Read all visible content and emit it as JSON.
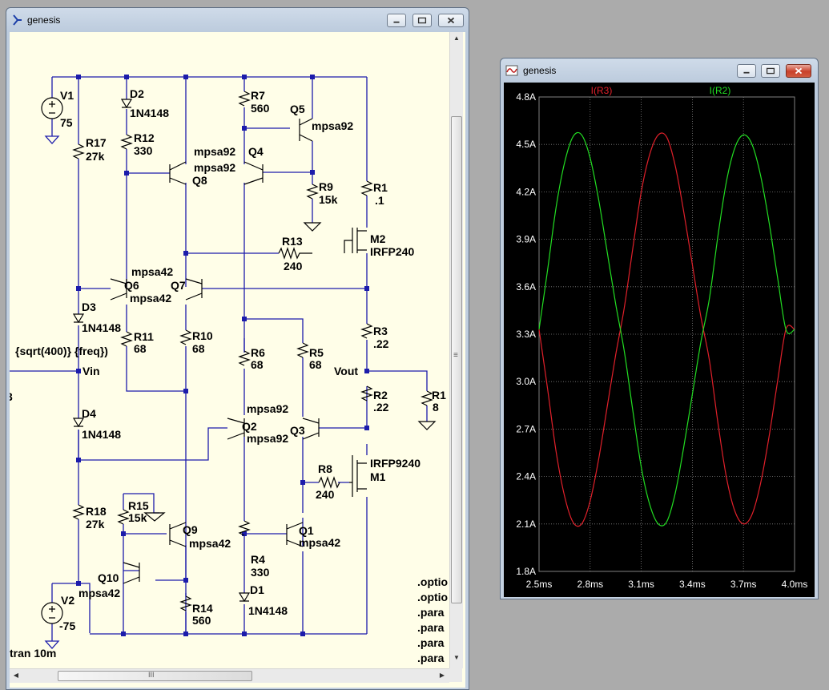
{
  "schematic_window": {
    "title": "genesis",
    "icon": "ltspice-schematic-icon",
    "labels": {
      "v1": "V1",
      "v1_val": "75",
      "v2": "V2",
      "v2_val": "-75",
      "d2": "D2",
      "d2_val": "1N4148",
      "d3": "D3",
      "d3_val": "1N4148",
      "d4": "D4",
      "d4_val": "1N4148",
      "d1": "D1",
      "d1_val": "1N4148",
      "r17": "R17",
      "r17_val": "27k",
      "r12": "R12",
      "r12_val": "330",
      "r7": "R7",
      "r7_val": "560",
      "q5": "Q5",
      "q5_model": "mpsa92",
      "q4_model": "mpsa92",
      "q4": "Q4",
      "q8_model": "mpsa92",
      "q8": "Q8",
      "r9": "R9",
      "r9_val": "15k",
      "r1": "R1",
      "r1_val": ".1",
      "m2": "M2",
      "m2_model": "IRFP240",
      "r13": "R13",
      "r13_val": "240",
      "q6": "Q6",
      "q6_model": "mpsa42",
      "q7": "Q7",
      "q7_model": "mpsa42",
      "r11": "R11",
      "r11_val": "68",
      "r10": "R10",
      "r10_val": "68",
      "r6": "R6",
      "r6_val": "68",
      "r5": "R5",
      "r5_val": "68",
      "r3": "R3",
      "r3_val": ".22",
      "source_expr": "{sqrt(400)} {freq})",
      "vin": "Vin",
      "vout": "Vout",
      "r2": "R2",
      "r2_val": ".22",
      "r1b": "R1",
      "r1b_val": "8",
      "q2_model_a": "mpsa92",
      "q2": "Q2",
      "q2_model_b": "mpsa92",
      "q3": "Q3",
      "m1_model": "IRFP9240",
      "m1": "M1",
      "r8": "R8",
      "r8_val": "240",
      "r18": "R18",
      "r18_val": "27k",
      "r15": "R15",
      "r15_val": "15k",
      "q9": "Q9",
      "q9_model": "mpsa42",
      "q1": "Q1",
      "q1_model": "mpsa42",
      "q10": "Q10",
      "q10_model": "mpsa42",
      "r4": "R4",
      "r4_val": "330",
      "r14": "R14",
      "r14_val": "560",
      "tran": "tran 10m",
      "dir1": ".optio",
      "dir2": ".optio",
      "dir3": ".para",
      "dir4": ".para",
      "dir5": ".para",
      "dir6": ".para",
      "edge_mark": "3"
    },
    "hscroll_grip": "III",
    "vscroll_grip": "≡"
  },
  "plot_window": {
    "title": "genesis",
    "icon": "waveform-icon",
    "colors": {
      "background": "#000000",
      "grid": "#808080",
      "r3_trace": "#e0202a",
      "r2_trace": "#22dd22"
    }
  },
  "chart_data": {
    "type": "line",
    "x": [
      2.5,
      2.55,
      2.6,
      2.65,
      2.7,
      2.75,
      2.8,
      2.85,
      2.9,
      2.95,
      3.0,
      3.05,
      3.1,
      3.15,
      3.2,
      3.25,
      3.3,
      3.35,
      3.4,
      3.45,
      3.5,
      3.55,
      3.6,
      3.65,
      3.7,
      3.75,
      3.8,
      3.85,
      3.9,
      3.95,
      4.0
    ],
    "series": [
      {
        "name": "I(R3)",
        "color": "#e0202a",
        "values": [
          3.33,
          2.955,
          2.558,
          2.275,
          2.11,
          2.1,
          2.246,
          2.51,
          2.84,
          3.17,
          3.465,
          3.84,
          4.2,
          4.438,
          4.56,
          4.545,
          4.363,
          4.07,
          3.74,
          3.41,
          3.135,
          2.74,
          2.395,
          2.18,
          2.1,
          2.159,
          2.354,
          2.65,
          3.0,
          3.333,
          3.33
        ]
      },
      {
        "name": "I(R2)",
        "color": "#22dd22",
        "values": [
          3.33,
          3.705,
          4.102,
          4.385,
          4.55,
          4.56,
          4.414,
          4.15,
          3.82,
          3.49,
          3.195,
          2.82,
          2.46,
          2.222,
          2.1,
          2.115,
          2.297,
          2.59,
          2.92,
          3.25,
          3.525,
          3.92,
          4.265,
          4.48,
          4.56,
          4.501,
          4.306,
          4.01,
          3.66,
          3.327,
          3.33
        ]
      }
    ],
    "x_ticks": [
      "2.5ms",
      "2.8ms",
      "3.1ms",
      "3.4ms",
      "3.7ms",
      "4.0ms"
    ],
    "y_ticks": [
      "4.8A",
      "4.5A",
      "4.2A",
      "3.9A",
      "3.6A",
      "3.3A",
      "3.0A",
      "2.7A",
      "2.4A",
      "2.1A",
      "1.8A"
    ],
    "xlim": [
      2.5,
      4.0
    ],
    "ylim": [
      1.8,
      4.8
    ],
    "grid": true,
    "legend": "top"
  }
}
